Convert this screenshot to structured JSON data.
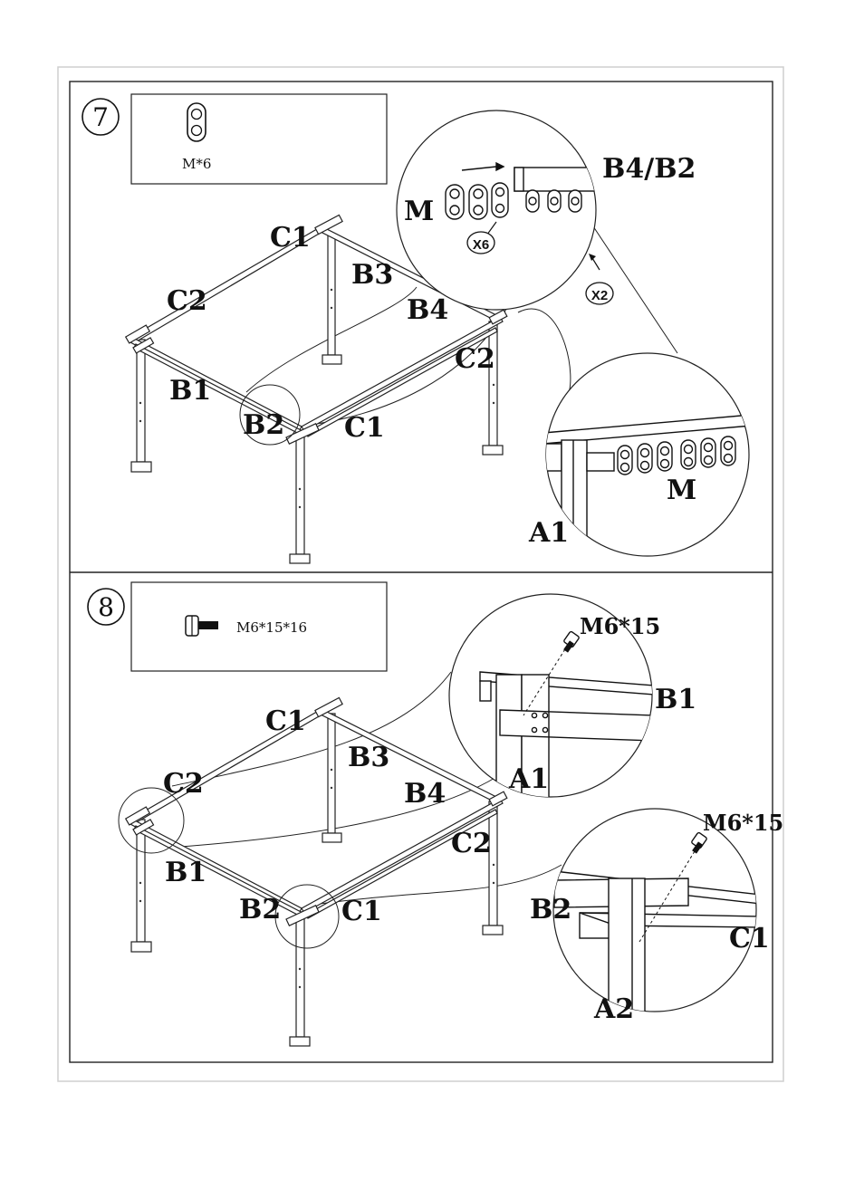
{
  "steps": {
    "s7": {
      "number": "7",
      "parts": {
        "label": "M*6"
      },
      "labels": {
        "c1": "C1",
        "c2a": "C2",
        "b3": "B3",
        "b4": "B4",
        "c2b": "C2",
        "b1": "B1",
        "b2": "B2",
        "c1b": "C1"
      },
      "detail_top": {
        "m": "M",
        "x6": "X6",
        "b4b2": "B4/B2"
      },
      "x2": "X2",
      "detail_bottom": {
        "m": "M",
        "a1": "A1"
      }
    },
    "s8": {
      "number": "8",
      "parts": {
        "label": "M6*15*16"
      },
      "labels": {
        "c1": "C1",
        "c2a": "C2",
        "b3": "B3",
        "b4": "B4",
        "c2b": "C2",
        "b1": "B1",
        "b2": "B2",
        "c1b": "C1"
      },
      "detail_top": {
        "bolt": "M6*15",
        "b1": "B1",
        "a1": "A1"
      },
      "detail_bottom": {
        "bolt": "M6*15",
        "b2": "B2",
        "c1": "C1",
        "a2": "A2"
      }
    }
  }
}
